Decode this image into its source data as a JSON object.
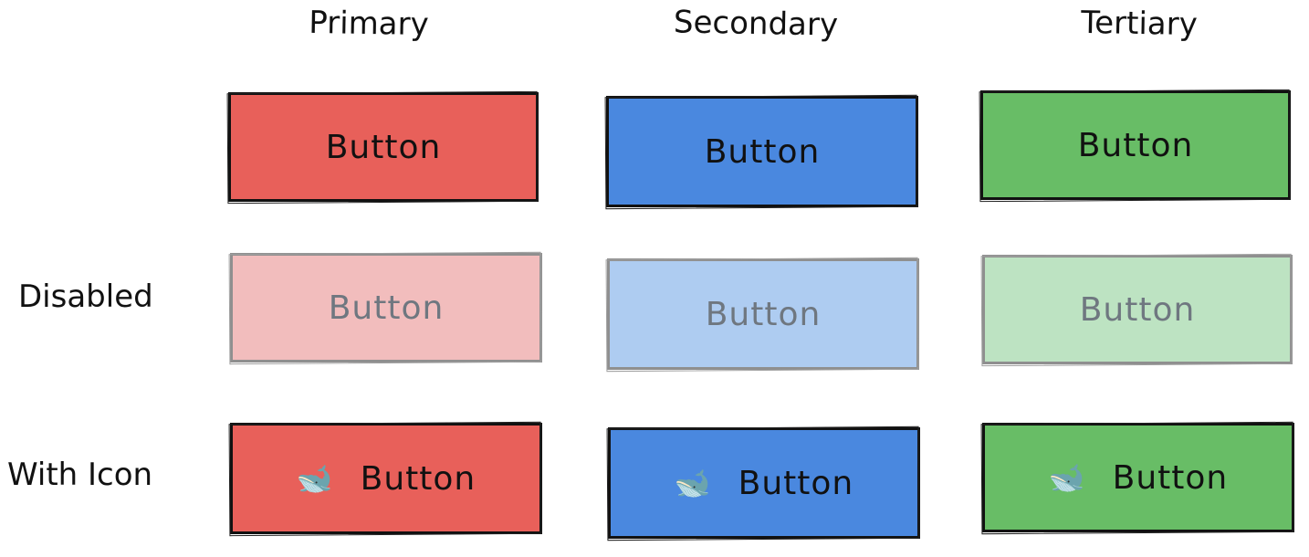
{
  "columns": {
    "primary": "Primary",
    "secondary": "Secondary",
    "tertiary": "Tertiary"
  },
  "rows": {
    "disabled": "Disabled",
    "with_icon": "With Icon"
  },
  "button_label": "Button",
  "icon": "whale-icon",
  "colors": {
    "primary": "#e8605a",
    "secondary": "#4a88df",
    "tertiary": "#68bd66",
    "primary_disabled": "#f2bdbd",
    "secondary_disabled": "#aeccf1",
    "tertiary_disabled": "#bde3c2"
  }
}
